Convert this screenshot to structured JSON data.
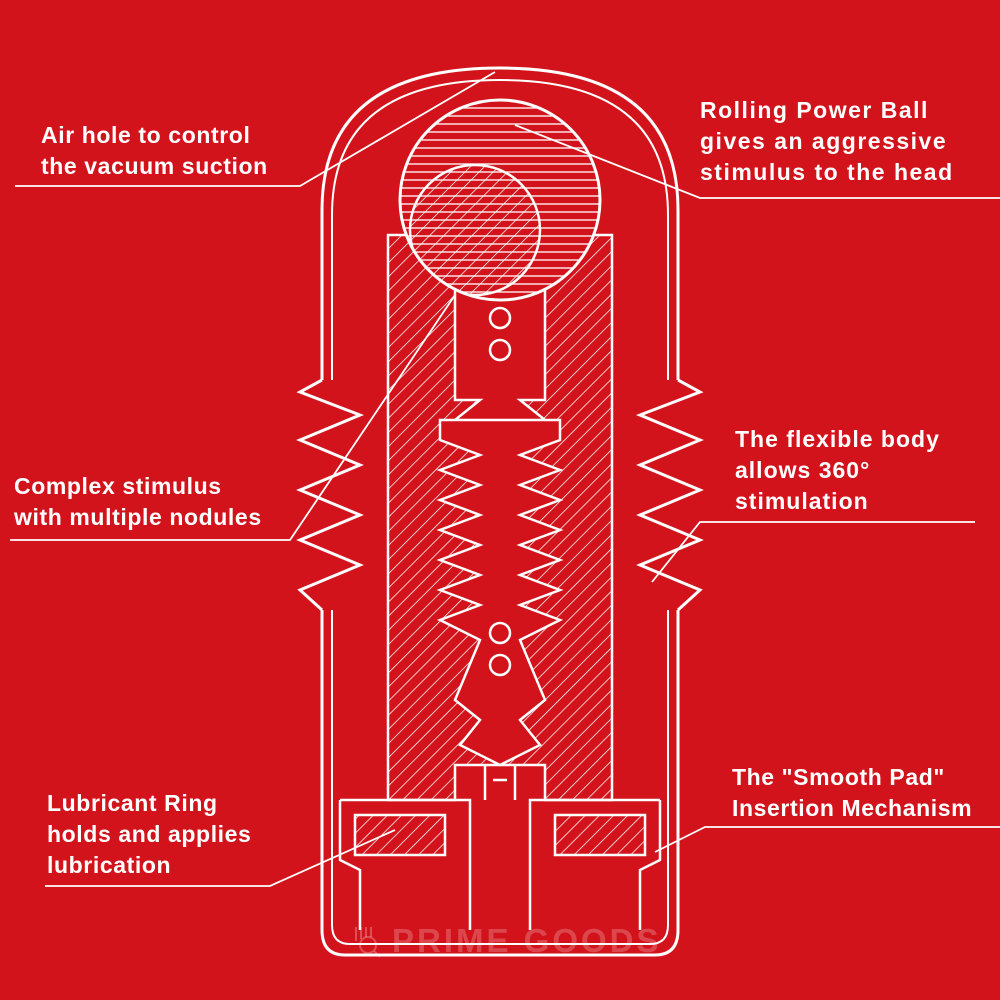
{
  "labels": {
    "air_hole": "Air hole to control\nthe vacuum suction",
    "power_ball": "Rolling Power Ball\ngives an aggressive\nstimulus to the head",
    "nodules": "Complex stimulus\nwith multiple nodules",
    "flexible": "The flexible body\nallows 360°\nstimulation",
    "lubricant": "Lubricant Ring\nholds and applies\nlubrication",
    "smooth_pad": "The \"Smooth Pad\"\nInsertion Mechanism"
  },
  "watermark": "PRIME GOODS",
  "colors": {
    "background": "#d3131b",
    "lines": "#ffffff"
  }
}
